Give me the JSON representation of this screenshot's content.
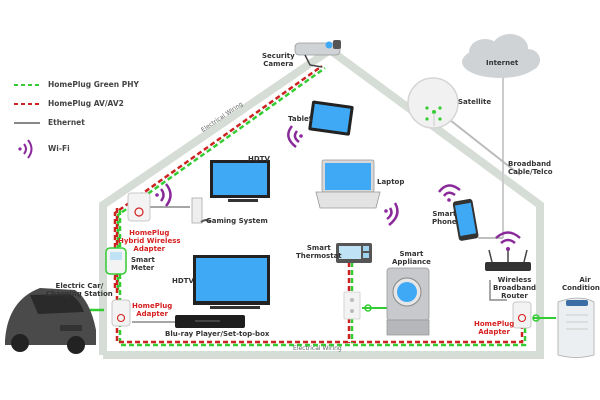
{
  "diagram": {
    "title": "HomePlug Home Network",
    "legend": [
      {
        "id": "green-phy",
        "label": "HomePlug Green PHY",
        "style": "dashed",
        "color": "#33cc33"
      },
      {
        "id": "av",
        "label": "HomePlug AV/AV2",
        "style": "dashed",
        "color": "#cc2222"
      },
      {
        "id": "ethernet",
        "label": "Ethernet",
        "style": "solid",
        "color": "#888888"
      },
      {
        "id": "wifi",
        "label": "Wi-Fi",
        "style": "icon",
        "color": "#8a2a9a"
      }
    ],
    "nodes": {
      "internet": "Internet",
      "satellite": "Satellite",
      "broadband": "Broadband\nCable/Telco",
      "security_camera": "Security\nCamera",
      "tablet": "Tablet",
      "hdtv_upper": "HDTV",
      "gaming_system": "Gaming System",
      "laptop": "Laptop",
      "smart_phone": "Smart\nPhone",
      "hybrid_adapter": "HomePlug\nHybrid Wireless\nAdapter",
      "smart_meter": "Smart\nMeter",
      "hdtv_lower": "HDTV",
      "electric_car": "Electric Car/\nCharging Station",
      "homeplug_adapter_left": "HomePlug\nAdapter",
      "bluray": "Blu-ray Player/Set-top-box",
      "smart_thermostat": "Smart\nThermostat",
      "smart_appliance": "Smart\nAppliance",
      "router": "Wireless\nBroadband\nRouter",
      "homeplug_adapter_right": "HomePlug\nAdapter",
      "air_conditioner": "Air\nConditioner"
    },
    "wiring_labels": {
      "roof": "Electrical Wiring",
      "floor": "Electrical Wiring"
    },
    "colors": {
      "house_outline": "#d6ddd6",
      "green_phy": "#33cc33",
      "av": "#cc2222",
      "wifi": "#8a2a9a",
      "screen": "#3fa9f5",
      "label_red": "#d62020"
    }
  }
}
